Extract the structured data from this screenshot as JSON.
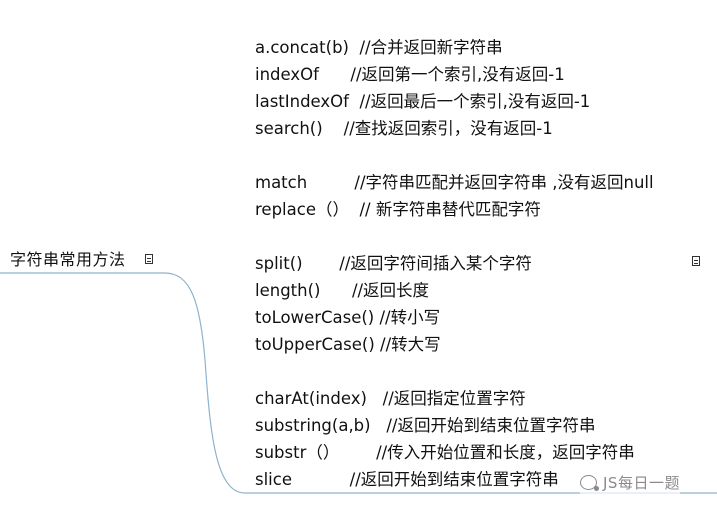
{
  "root": {
    "label": "字符串常用方法"
  },
  "groups": [
    [
      "a.concat(b)  //合并返回新字符串",
      "indexOf      //返回第一个索引,没有返回-1",
      "lastIndexOf  //返回最后一个索引,没有返回-1",
      "search()    //查找返回索引，没有返回-1"
    ],
    [
      "match         //字符串匹配并返回字符串 ,没有返回null",
      "replace（）  // 新字符串替代匹配字符"
    ],
    [
      "split()       //返回字符间插入某个字符",
      "length()      //返回长度",
      "toLowerCase() //转小写",
      "toUpperCase() //转大写"
    ],
    [
      "charAt(index)   //返回指定位置字符",
      "substring(a,b)   //返回开始到结束位置字符串",
      "substr（）       //传入开始位置和长度，返回字符串",
      "slice           //返回开始到结束位置字符串"
    ]
  ],
  "watermark": {
    "text": "JS每日一题",
    "icon": "wechat-icon"
  },
  "colors": {
    "branch": "#8fb3cc",
    "text": "#111111",
    "watermark": "#8a8a8a"
  }
}
